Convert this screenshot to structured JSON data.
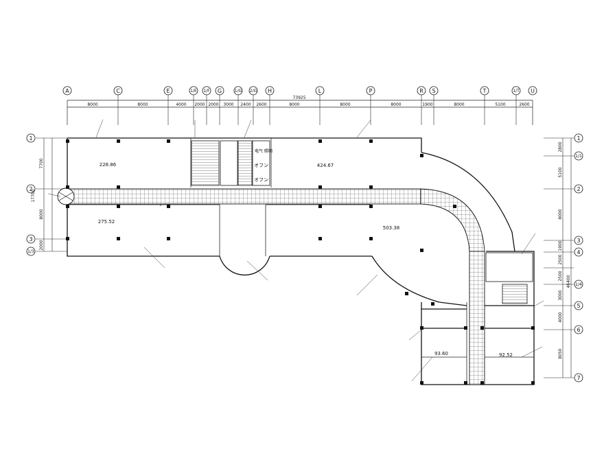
{
  "plan": {
    "total_dimension": "73925",
    "column_axes": [
      "A",
      "C",
      "E",
      "1/E",
      "1/F",
      "G",
      "1/G",
      "2/G",
      "H",
      "L",
      "P",
      "R",
      "S",
      "T",
      "1/T",
      "U"
    ],
    "column_dims": [
      "8000",
      "8000",
      "4000",
      "2000",
      "2000",
      "3000",
      "2400",
      "2600",
      "8000",
      "8000",
      "8000",
      "1900",
      "8000",
      "5100",
      "2600"
    ],
    "row_axes_left": [
      "1",
      "2",
      "3",
      "1/3"
    ],
    "row_dims_left": [
      "7700",
      "17700",
      "8000",
      "2000"
    ],
    "row_axes_right": [
      "1",
      "1/1",
      "2",
      "3",
      "4",
      "1/4",
      "5",
      "6",
      "7"
    ],
    "row_dims_right": [
      "2800",
      "5100",
      "8000",
      "1900",
      "2500",
      "2500",
      "3000",
      "4000",
      "8050",
      "46400"
    ],
    "areas": {
      "upper_left": "228.86",
      "lower_left": "275.52",
      "upper_right": "424.67",
      "curved": "503.38",
      "wing_left": "93.60",
      "wing_right": "92.52"
    },
    "stair_stamps": [
      "电气 照明",
      "オフン",
      "オフン"
    ]
  }
}
